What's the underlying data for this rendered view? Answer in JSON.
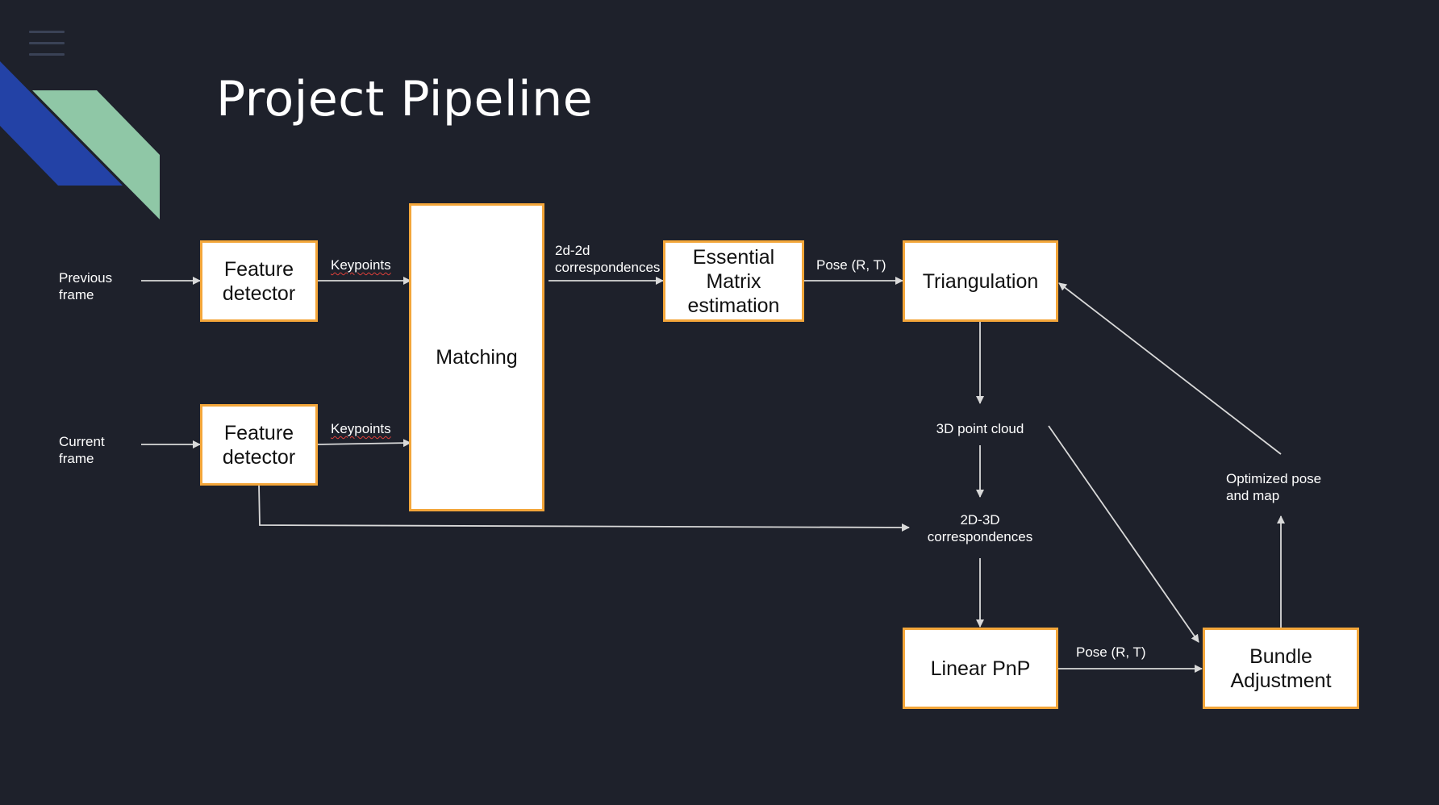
{
  "slide": {
    "title": "Project Pipeline",
    "background": "#1e212b",
    "box_border_color": "#f3a63a",
    "accent_colors": {
      "blue": "#2342a6",
      "green": "#8fc7a6"
    }
  },
  "icons": {
    "menu": "hamburger-menu-icon"
  },
  "inputs": {
    "previous_frame": "Previous\nframe",
    "current_frame": "Current\nframe"
  },
  "boxes": {
    "feature_detector_top": "Feature\ndetector",
    "feature_detector_bottom": "Feature\ndetector",
    "matching": "Matching",
    "essential_matrix": "Essential\nMatrix\nestimation",
    "triangulation": "Triangulation",
    "linear_pnp": "Linear PnP",
    "bundle_adjustment": "Bundle\nAdjustment"
  },
  "edge_labels": {
    "keypoints_top": "Keypoints",
    "keypoints_bottom": "Keypoints",
    "correspondences_2d2d": "2d-2d\ncorrespondences",
    "pose_top": "Pose (R, T)",
    "point_cloud": "3D point cloud",
    "correspondences_2d3d": "2D-3D\ncorrespondences",
    "pose_bottom": "Pose (R, T)",
    "optimized": "Optimized pose\nand map"
  }
}
